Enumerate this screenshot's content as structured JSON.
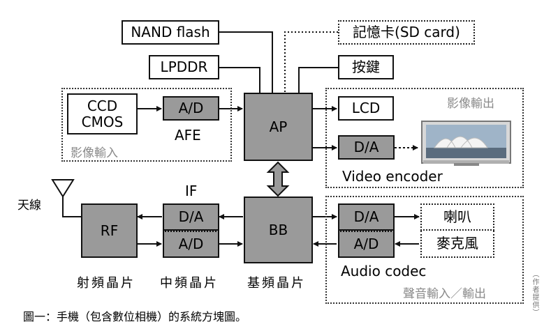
{
  "blocks": {
    "nand": "NAND flash",
    "lpddr": "LPDDR",
    "sd_card": "記憶卡(SD card)",
    "keys": "按鍵",
    "ccd_cmos": [
      "CCD",
      "CMOS"
    ],
    "ad_afe": "A/D",
    "afe": "AFE",
    "ap": "AP",
    "lcd": "LCD",
    "da_video": "D/A",
    "video_encoder": "Video encoder",
    "rf": "RF",
    "if_label": "IF",
    "if_da": "D/A",
    "if_ad": "A/D",
    "bb": "BB",
    "audio_da": "D/A",
    "audio_ad": "A/D",
    "speaker": "喇叭",
    "microphone": "麥克風",
    "audio_codec": "Audio codec",
    "antenna": "天線"
  },
  "groups": {
    "image_input": "影像輸入",
    "image_output": "影像輸出",
    "audio_io": "聲音輸入／輸出"
  },
  "chip_labels": {
    "rf_chip": "射頻晶片",
    "if_chip": "中頻晶片",
    "bb_chip": "基頻晶片"
  },
  "caption": "圖一：手機（包含數位相機）的系統方塊圖。",
  "credit": "（作者提供）",
  "colors": {
    "chip_fill": "#9a9a9a",
    "group_label": "#8a8a8a"
  }
}
